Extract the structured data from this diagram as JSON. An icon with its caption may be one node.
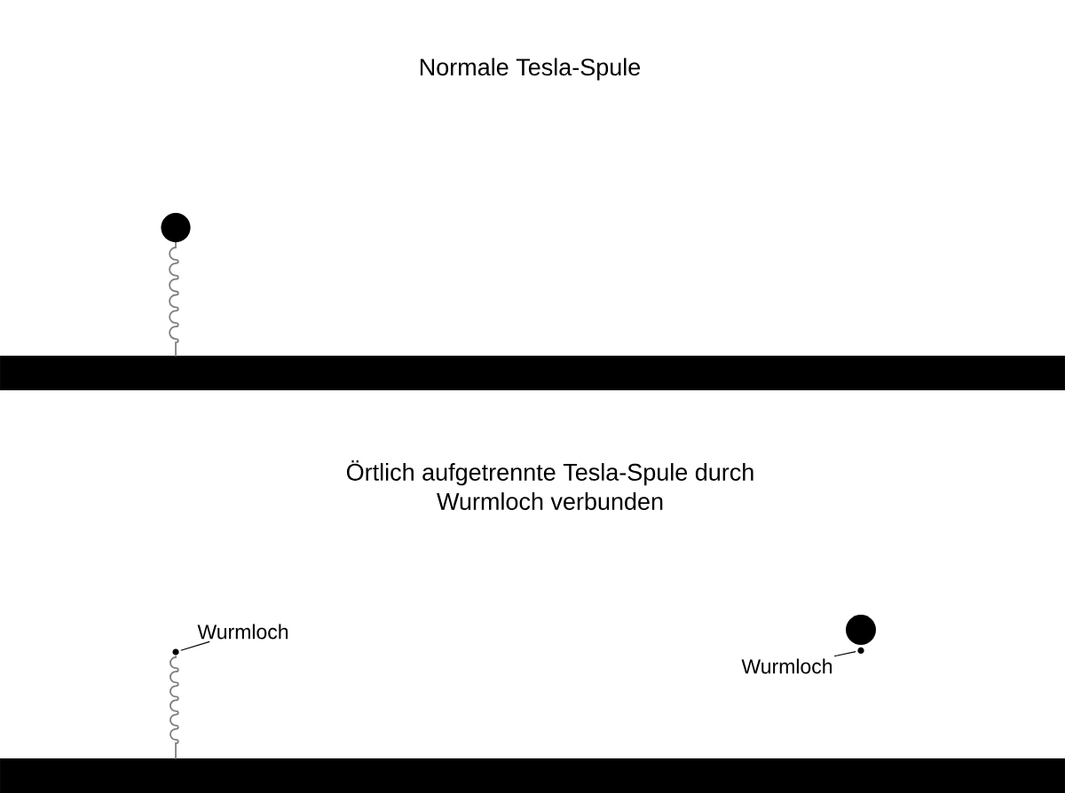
{
  "diagram": {
    "nodes": [
      {
        "text": [
          "Wurmloch"
        ]
      },
      {
        "text": [],
        "shape": "circle"
      },
      {
        "text": [
          "Wurmloch"
        ]
      },
      {
        "text": [],
        "shape": "circle"
      }
    ],
    "edges": [
      {
        "from": 0,
        "to": 1,
        "arrow": "none"
      },
      {
        "from": 2,
        "to": 3,
        "arrow": "none"
      }
    ],
    "labels": [
      "Normale Tesla-Spule",
      "Örtlich aufgetrennte Tesla-Spule durch Wurmloch verbunden"
    ]
  }
}
